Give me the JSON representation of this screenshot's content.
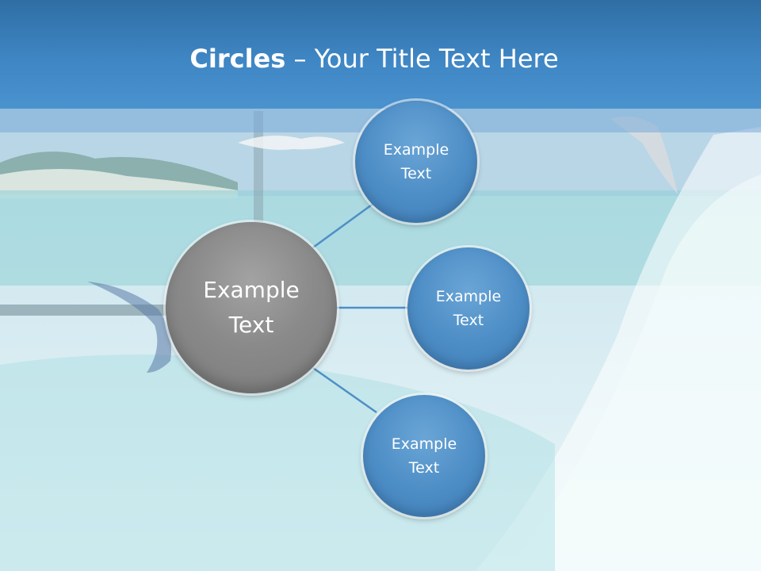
{
  "slide": {
    "title_bold": "Circles",
    "title_rest": " – Your Title Text Here"
  },
  "diagram": {
    "hub": {
      "label": "Example\nText",
      "color": "#8a8a8a"
    },
    "satellites": [
      {
        "label": "Example\nText"
      },
      {
        "label": "Example\nText"
      },
      {
        "label": "Example\nText"
      }
    ],
    "accent": "#4f8fc7",
    "header_color": "#3f86c4"
  }
}
